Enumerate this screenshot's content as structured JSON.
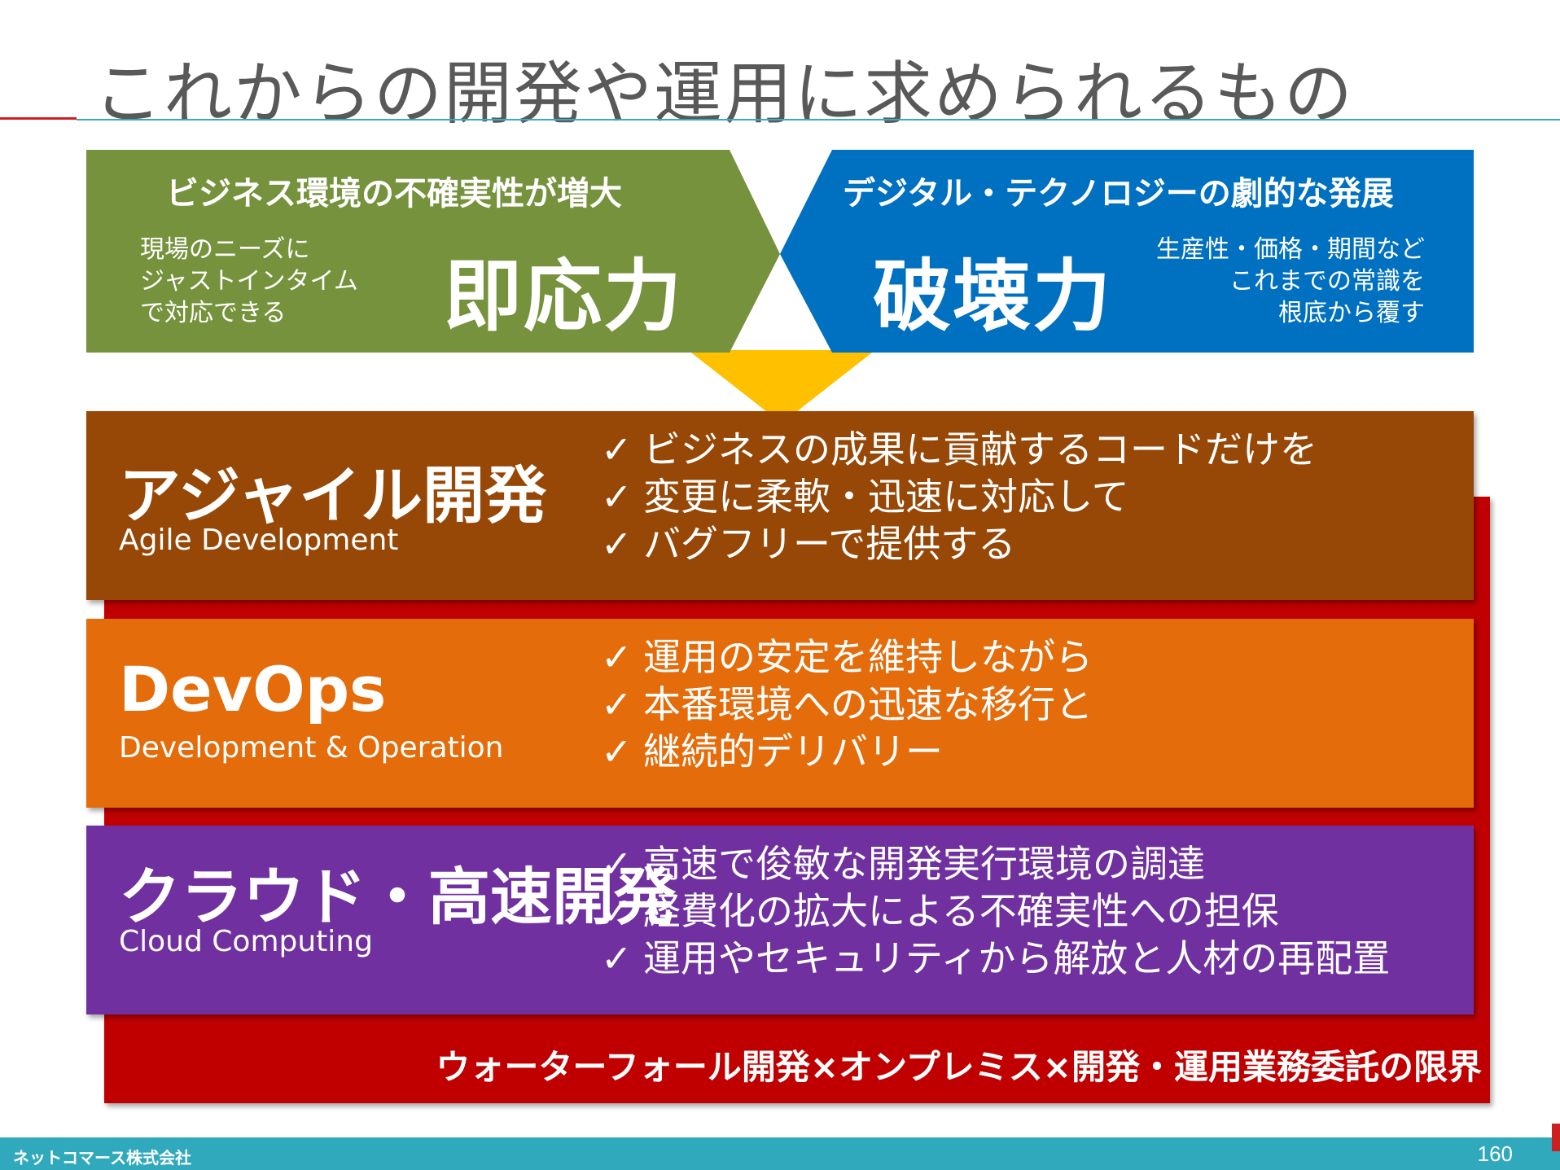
{
  "title": "これからの開発や運用に求められるもの",
  "top_banners": {
    "left": {
      "heading": "ビジネス環境の不確実性が増大",
      "description": "現場のニーズに\nジャストインタイム\nで対応できる",
      "keyword": "即応力",
      "color": "#76923c"
    },
    "right": {
      "heading": "デジタル・テクノロジーの劇的な発展",
      "keyword": "破壊力",
      "description": "生産性・価格・期間など\nこれまでの常識を\n根底から覆す",
      "color": "#0070c0"
    },
    "merge_arrow_color": "#ffc000"
  },
  "panels": [
    {
      "title": "アジャイル開発",
      "subtitle": "Agile Development",
      "color": "#974706",
      "items": [
        "ビジネスの成果に貢献するコードだけを",
        "変更に柔軟・迅速に対応して",
        "バグフリーで提供する"
      ]
    },
    {
      "title": "DevOps",
      "subtitle": "Development & Operation",
      "color": "#e46c0a",
      "items": [
        "運用の安定を維持しながら",
        "本番環境への迅速な移行と",
        "継続的デリバリー"
      ]
    },
    {
      "title": "クラウド・高速開発",
      "subtitle": "Cloud Computing",
      "color": "#7030a0",
      "items": [
        "高速で俊敏な開発実行環境の調達",
        "経費化の拡大による不確実性への担保",
        "運用やセキュリティから解放と人材の再配置"
      ]
    }
  ],
  "check_mark": "✓",
  "limit_banner": "ウォーターフォール開発×オンプレミス×開発・運用業務委託の限界",
  "footer": {
    "company": "ネットコマース株式会社",
    "page": "160"
  }
}
